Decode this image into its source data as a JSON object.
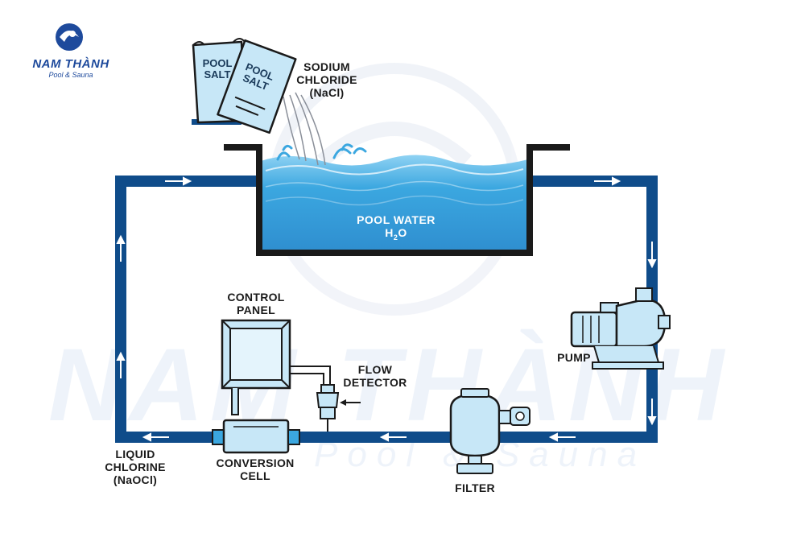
{
  "logo": {
    "name": "NAM THÀNH",
    "tagline": "Pool & Sauna"
  },
  "watermark": {
    "text": "NAM THÀNH",
    "subtext": "Pool & Sauna"
  },
  "bags": {
    "label_line1": "POOL",
    "label_line2": "SALT"
  },
  "labels": {
    "sodium_chloride": [
      "SODIUM",
      "CHLORIDE",
      "(NaCl)"
    ],
    "pool_water": "POOL WATER",
    "h2o_h": "H",
    "h2o_2": "2",
    "h2o_o": "O",
    "control_panel": [
      "CONTROL",
      "PANEL"
    ],
    "flow_detector": [
      "FLOW",
      "DETECTOR"
    ],
    "pump": "PUMP",
    "filter": "FILTER",
    "conversion_cell": [
      "CONVERSION",
      "CELL"
    ],
    "liquid_chlorine": [
      "LIQUID",
      "CHLORINE",
      "(NaOCl)"
    ]
  },
  "colors": {
    "pipe": "#0f4c8a",
    "water": "#3ba7e0",
    "water_light": "#8fd2f3",
    "equipment": "#c7e7f7",
    "outline": "#1a1a1a",
    "brand": "#1e4a9c"
  },
  "icons": [
    "flow-arrow-icon",
    "pump-icon",
    "filter-icon",
    "conversion-cell-icon",
    "control-panel-icon",
    "flow-detector-icon",
    "salt-bag-icon",
    "logo-swirl-icon"
  ]
}
